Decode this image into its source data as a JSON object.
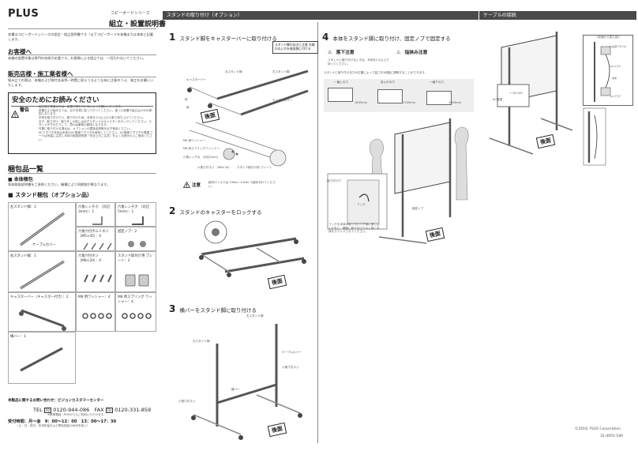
{
  "brand": "PLUS",
  "series": "コピーボードシリーズ",
  "doc_title": "組立・設置説明書",
  "intro": "本書はコピーボードシリーズの設定・組立説明書です（以下コピーボードを本機または本体と記載します。",
  "customer": {
    "heading": "お客様へ",
    "text": "本機の設置作業は専門の技術が必要です。お客様による組立ては、一切行わないでください。"
  },
  "dealer": {
    "heading": "販売店様・施工業者様へ",
    "text": "組み立ての際は、本機および取付金具等一時置に耐えうるような床に注意のうえ、施工をお願いいたします。"
  },
  "safety": {
    "heading": "安全のためにお読みください",
    "warn_label": "警告",
    "bullets": [
      "組立施工業者以外は、設置作業を行わないようお願いいたします。",
      "設置および組み立ては、必ず本書に従って行ってください。誤った設置や組立はけがの原因となります。",
      "本体を取り付けたら、取り付けた後、本体を2人以上の人数で持ち上げてください。",
      "まず、取り付け、取り外しの前には必ずスタンドのキャスターをロックしてください。スタンドがずれたりして、思わぬ事故の原因となります。",
      "作業に取り付ける場合は、オプションの壁掛金具等を必ず使用ください。",
      "ACアダプタ本体は本体のAC電源アダプタを使用してください。AC電源アダプタや電源コードは気温に注意し本体の取扱説明書「安全上のご注意」をよくお読みの上ご使用ください。"
    ]
  },
  "packing": {
    "heading": "梱包品一覧",
    "body_sub": "本体梱包",
    "body_text": "本体取扱説明書をご参照ください。機種により同梱物が異なります。",
    "stand_sub": "スタンド梱包（オプション品）",
    "cells": [
      {
        "label": "左スタンド脚：1",
        "sub": "ケーブルカバー"
      },
      {
        "label": "六角レンチ小 （対辺3mm）：1",
        "sub": ""
      },
      {
        "label": "六角レンチ大 （対辺5mm）：1",
        "sub": ""
      },
      {
        "label": "六角穴付ボルトネジ （M5×45）：4",
        "sub": ""
      },
      {
        "label": "固定ノブ：2",
        "sub": ""
      },
      {
        "label": "右スタンド脚：1",
        "sub": ""
      },
      {
        "label": "六角穴付ネジ （M8×20）：4",
        "sub": ""
      },
      {
        "label": "スタンド取付け用 プレート：2",
        "sub": ""
      },
      {
        "label": "キャスターバー（キャスター付き）：2",
        "sub": ""
      },
      {
        "label": "M8 用ワッシャー：4",
        "sub": ""
      },
      {
        "label": "M8 用スプリング ワッシャー：4",
        "sub": ""
      },
      {
        "label": "横バー：1",
        "sub": ""
      }
    ]
  },
  "contact": {
    "heading": "本製品に関するお問い合わせ：ビジョンカスタマーセンター",
    "tel_label": "TEL",
    "tel": "0120-944-086",
    "fax_label": "FAX",
    "fax": "0120-331-859",
    "note": "※携帯電話・PHSからもご利用いただけます。",
    "hours": "受付時間：月～金　9：00～12：00　13：00～17：30",
    "holiday": "（土・日・祝日、年末年始および弊社指定の休日を除く）"
  },
  "stand_section": {
    "title": "スタンドの取り付け（オプション）",
    "step1": {
      "num": "1",
      "title": "スタンド脚をキャスターバーに取り付ける",
      "callout": "スタンド脚の向きに注意 先端の丸い方を後面側に付ける",
      "labels": [
        "右スタンド脚",
        "左スタンド脚",
        "キャスターバー",
        "ケーブルカバー",
        "前",
        "後",
        "M8 用ワッシャー",
        "M8 用スプリングワッシャー",
        "六角レンチ大 （対辺5mm）",
        "六角穴付ネジ （M8×20）",
        "スタンド取付け用 プレート"
      ],
      "rear": "後面",
      "caution_label": "注意",
      "caution_text": "締付けトルクは 19Nm～21Nm で締め付けてください。"
    },
    "step2": {
      "num": "2",
      "title": "スタンドのキャスターをロックする",
      "rear": "後面"
    },
    "step3": {
      "num": "3",
      "title": "横バーをスタンド脚に取り付ける",
      "labels": [
        "左スタンド脚",
        "右スタンド脚",
        "ケーブルカバー",
        "六角穴付ネジ",
        "横バー",
        "六角穴付ネジ"
      ],
      "rear": "後面"
    }
  },
  "step4": {
    "num": "4",
    "title": "本体をスタンド脚に取り付け、固定ノブで固定する",
    "fall_label": "落下注意",
    "fall_text": "スタンドに取り付けるときは、本体を2人以上で持ってください。",
    "pinch_label": "指挟み注意",
    "note": "スタンドに取り付ける穴の位置によって高さを3段階に調節することができます。",
    "heights": [
      {
        "label": "一番上の穴",
        "mm": "1655mm"
      },
      {
        "label": "真ん中の穴",
        "mm": "1705mm"
      },
      {
        "label": "一番下の穴",
        "mm": "1655mm"
      }
    ],
    "hook_label": "取り付け穴",
    "hook": "フック",
    "knob": "固定ノブ",
    "hook_note": "フックを本体の取り付け穴下部に差し込んだあと、確実に取り付け穴の上部に本体をスライドさせてください。",
    "rear": "後面"
  },
  "cable_section": {
    "title": "ケーブルの接続",
    "inset_title": "＜前面から見た図＞",
    "labels": [
      "AC電源アダプタ",
      "DCプラグ",
      "本体",
      "ACプラグ"
    ],
    "dc": "DC24V",
    "ac": "AC電源",
    "rear": "後面"
  },
  "footer": {
    "copyright": "©2016, PLUS Corporation",
    "code": "32-4601-18A"
  }
}
